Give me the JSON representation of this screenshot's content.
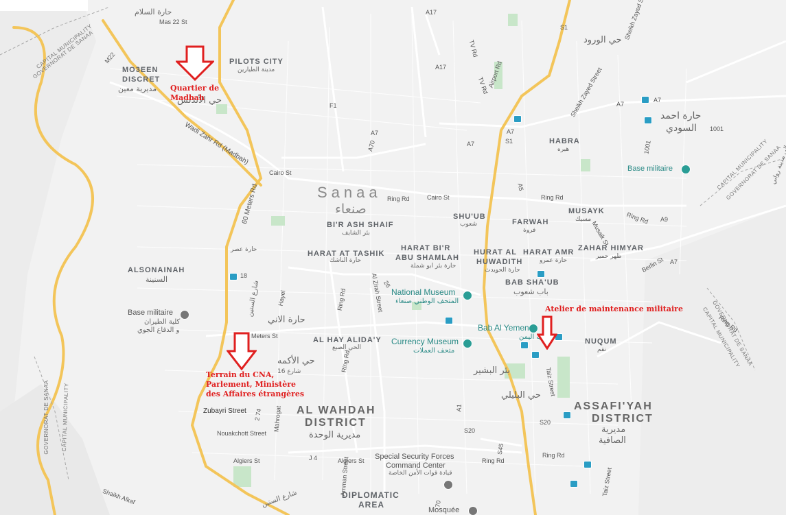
{
  "map": {
    "city_en": "Sanaa",
    "city_ar": "صنعاء",
    "districts": [
      {
        "id": "mo3een-1",
        "text": "MO3EEN"
      },
      {
        "id": "mo3een-2",
        "text": "DISCRET"
      },
      {
        "id": "mo3een-ar",
        "text": "مديرية معين"
      },
      {
        "id": "pilots-city",
        "text": "PILOTS CITY"
      },
      {
        "id": "pilots-city-ar",
        "text": "مدينة الطيارين"
      },
      {
        "id": "habra",
        "text": "HABRA"
      },
      {
        "id": "habra-ar",
        "text": "هبره"
      },
      {
        "id": "musayk",
        "text": "MUSAYK"
      },
      {
        "id": "musayk-ar",
        "text": "مسيك"
      },
      {
        "id": "farwah",
        "text": "FARWAH"
      },
      {
        "id": "farwah-ar",
        "text": "فروة"
      },
      {
        "id": "shuub",
        "text": "SHU'UB"
      },
      {
        "id": "shuub-ar",
        "text": "شعوب"
      },
      {
        "id": "bir-ash-shaif",
        "text": "BI'R ASH SHAIF"
      },
      {
        "id": "bir-ash-shaif-ar",
        "text": "بئر الشايف"
      },
      {
        "id": "harat-at-tashik",
        "text": "HARAT AT TASHIK"
      },
      {
        "id": "harat-at-tashik-ar",
        "text": "حارة الناشك"
      },
      {
        "id": "harat-bir-1",
        "text": "HARAT BI'R"
      },
      {
        "id": "harat-bir-2",
        "text": "ABU SHAMLAH"
      },
      {
        "id": "harat-bir-ar",
        "text": "حارة بئر ابو شملة"
      },
      {
        "id": "hurat-1",
        "text": "HURAT AL"
      },
      {
        "id": "hurat-2",
        "text": "HUWADITH"
      },
      {
        "id": "hurat-ar",
        "text": "حارة الحويدث"
      },
      {
        "id": "harat-amr",
        "text": "HARAT AMR"
      },
      {
        "id": "harat-amr-ar",
        "text": "حارة عمرو"
      },
      {
        "id": "zahar-himyar",
        "text": "ZAHAR HIMYAR"
      },
      {
        "id": "zahar-himyar-ar",
        "text": "ظهر حمير"
      },
      {
        "id": "bab-shaub",
        "text": "BAB SHA'UB"
      },
      {
        "id": "bab-shaub-ar",
        "text": "باب شعوب"
      },
      {
        "id": "alsonainah",
        "text": "ALSONAINAH"
      },
      {
        "id": "alsonainah-ar",
        "text": "السنينة"
      },
      {
        "id": "al-hay-aliday",
        "text": "AL HAY ALIDA'Y"
      },
      {
        "id": "al-hay-aliday-ar",
        "text": "الحي الصبع"
      },
      {
        "id": "nuqum",
        "text": "NUQUM"
      },
      {
        "id": "nuqum-ar",
        "text": "نقم"
      }
    ],
    "big_districts": [
      {
        "id": "al-wahdah-1",
        "text": "AL WAHDAH"
      },
      {
        "id": "al-wahdah-2",
        "text": "DISTRICT"
      },
      {
        "id": "al-wahdah-ar",
        "text": "مديرية الوحدة"
      },
      {
        "id": "assafiyah-1",
        "text": "ASSAFI'YAH"
      },
      {
        "id": "assafiyah-2",
        "text": "DISTRICT"
      },
      {
        "id": "assafiyah-ar-1",
        "text": "مديرية"
      },
      {
        "id": "assafiyah-ar-2",
        "text": "الصافية"
      },
      {
        "id": "diplomatic-1",
        "text": "DIPLOMATIC"
      },
      {
        "id": "diplomatic-2",
        "text": "AREA"
      }
    ],
    "arabic_places": [
      {
        "id": "harat-alsalam",
        "text": "حارة السلام"
      },
      {
        "id": "hay-alwurud",
        "text": "حي الورود"
      },
      {
        "id": "harat-ahmad-1",
        "text": "حارة احمد"
      },
      {
        "id": "harat-ahmad-2",
        "text": "السودي"
      },
      {
        "id": "hay-alandalus",
        "text": "حي الأندلس"
      },
      {
        "id": "harat-asr",
        "text": "حارة عصر"
      },
      {
        "id": "harat-alani",
        "text": "حارة الاني"
      },
      {
        "id": "hay-alakamah",
        "text": "حي الأكمه"
      },
      {
        "id": "shari-16",
        "text": "شارع 16"
      },
      {
        "id": "bir-albushayr",
        "text": "بئر البشير"
      },
      {
        "id": "hay-albalili",
        "text": "حي البليلي"
      },
      {
        "id": "shari-alsittin-1",
        "text": "شارع الستين"
      },
      {
        "id": "shari-alsittin-2",
        "text": "شارع الستين"
      },
      {
        "id": "madinat-rawah",
        "text": "الى مدينة رواني"
      }
    ],
    "roads": [
      {
        "id": "mas22st",
        "text": "Mas 22 St"
      },
      {
        "id": "m22",
        "text": "M22"
      },
      {
        "id": "wadi-zahr",
        "text": "Wadi Zahr Rd (Madbah)"
      },
      {
        "id": "sixty-meters",
        "text": "60 Meters Rd"
      },
      {
        "id": "cairo-st-1",
        "text": "Cairo St"
      },
      {
        "id": "cairo-st-2",
        "text": "Cairo St"
      },
      {
        "id": "ring-rd-1",
        "text": "Ring Rd"
      },
      {
        "id": "ring-rd-2",
        "text": "Ring Rd"
      },
      {
        "id": "ring-rd-3",
        "text": "Ring Rd"
      },
      {
        "id": "ring-rd-4",
        "text": "Ring Rd"
      },
      {
        "id": "ring-rd-5",
        "text": "Ring Rd"
      },
      {
        "id": "ring-rd-6",
        "text": "Ring Rd"
      },
      {
        "id": "a7-1",
        "text": "A7"
      },
      {
        "id": "a7-2",
        "text": "A7"
      },
      {
        "id": "a7-3",
        "text": "A7"
      },
      {
        "id": "a7-4",
        "text": "A7"
      },
      {
        "id": "a7-5",
        "text": "A7"
      },
      {
        "id": "a7-6",
        "text": "A7"
      },
      {
        "id": "a17-1",
        "text": "A17"
      },
      {
        "id": "a17-2",
        "text": "A17"
      },
      {
        "id": "a70",
        "text": "A70"
      },
      {
        "id": "f1",
        "text": "F1"
      },
      {
        "id": "s1-1",
        "text": "S1"
      },
      {
        "id": "s1-2",
        "text": "S1"
      },
      {
        "id": "a5",
        "text": "A5"
      },
      {
        "id": "a9",
        "text": "A9"
      },
      {
        "id": "tv-rd-1",
        "text": "TV Rd"
      },
      {
        "id": "tv-rd-2",
        "text": "TV Rd"
      },
      {
        "id": "airport-rd",
        "text": "Airport Rd"
      },
      {
        "id": "sheikh-zayed-1",
        "text": "Sheikh Zayed St"
      },
      {
        "id": "sheikh-zayed-2",
        "text": "Sheikh Zayed Street"
      },
      {
        "id": "musaik-st",
        "text": "Musaik St"
      },
      {
        "id": "berlin-st",
        "text": "Berlin St"
      },
      {
        "id": "r1001",
        "text": "1001"
      },
      {
        "id": "r1001b",
        "text": "1001"
      },
      {
        "id": "r18",
        "text": "18"
      },
      {
        "id": "hayel",
        "text": "Hayel"
      },
      {
        "id": "ring-rd-v1",
        "text": "Ring Rd"
      },
      {
        "id": "ring-rd-v2",
        "text": "Ring Rd"
      },
      {
        "id": "al-zirah",
        "text": "Al Zirah Street"
      },
      {
        "id": "r26",
        "text": "26"
      },
      {
        "id": "meters-st",
        "text": "Meters St"
      },
      {
        "id": "zubayri",
        "text": "Zubayri Street"
      },
      {
        "id": "r274",
        "text": "2 74"
      },
      {
        "id": "mahrogat",
        "text": "Mahrogat"
      },
      {
        "id": "nouakchott",
        "text": "Nouakchott Street"
      },
      {
        "id": "algiers-1",
        "text": "Algiers St"
      },
      {
        "id": "algiers-2",
        "text": "Algiers St"
      },
      {
        "id": "j4",
        "text": "J 4"
      },
      {
        "id": "a1",
        "text": "A1"
      },
      {
        "id": "s20-1",
        "text": "S20"
      },
      {
        "id": "s20-2",
        "text": "S20"
      },
      {
        "id": "s45",
        "text": "S45"
      },
      {
        "id": "taiz-1",
        "text": "Taiz Street"
      },
      {
        "id": "taiz-2",
        "text": "Taiz Street"
      },
      {
        "id": "amman",
        "text": "Amman Street"
      },
      {
        "id": "r70",
        "text": "70"
      },
      {
        "id": "shaikh-alkaf",
        "text": "Shaikh Alkaf"
      }
    ],
    "admin_labels": [
      {
        "id": "cap-muni-nw-1",
        "text": "CAPITAL MUNICIPALITY"
      },
      {
        "id": "cap-muni-nw-2",
        "text": "GOVERNORAT DE SANAA"
      },
      {
        "id": "cap-muni-ne-1",
        "text": "CAPITAL MUNICIPALITY"
      },
      {
        "id": "cap-muni-ne-2",
        "text": "GOVERNORAT DE SANAA"
      },
      {
        "id": "cap-muni-e-1",
        "text": "GOVERNORAT DE SANAA"
      },
      {
        "id": "cap-muni-e-2",
        "text": "CAPITAL MUNICIPALITY"
      },
      {
        "id": "cap-muni-w-1",
        "text": "GOVERNORAT DE SANAA"
      },
      {
        "id": "cap-muni-w-2",
        "text": "CAPITAL MUNICIPALITY"
      }
    ],
    "pois": [
      {
        "id": "base-militaire-ne",
        "text": "Base militaire",
        "icon": "pin-icon"
      },
      {
        "id": "national-museum",
        "text": "National Museum",
        "sub": "المتحف الوطني صنعاء",
        "icon": "museum-icon"
      },
      {
        "id": "currency-museum",
        "text": "Currency Museum",
        "sub": "متحف العملات",
        "icon": "museum-icon"
      },
      {
        "id": "bab-al-yemen",
        "text": "Bab Al Yemen",
        "sub": "باب اليمن",
        "icon": "landmark-icon"
      },
      {
        "id": "base-militaire-w",
        "text": "Base militaire",
        "sub1": "كلية الطيران",
        "sub2": "و الدفاع الجوي",
        "icon": "pin-icon"
      },
      {
        "id": "special-security",
        "text": "Special Security Forces",
        "text2": "Command Center",
        "sub": "قيادة قوات الأمن الخاصة",
        "icon": "pin-icon"
      },
      {
        "id": "mosquee",
        "text": "Mosquée",
        "icon": "mosque-icon"
      }
    ],
    "annotations": [
      {
        "id": "quartier-madbah",
        "lines": [
          "Quartier de",
          "Madbah"
        ]
      },
      {
        "id": "atelier",
        "lines": [
          "Atelier de maintenance militaire"
        ]
      },
      {
        "id": "terrain-cna",
        "lines": [
          "Terrain du CNA,",
          "Parlement, Ministère",
          "des Affaires étrangères"
        ]
      }
    ],
    "colors": {
      "annotation": "#e02020",
      "poi": "#2a8a86",
      "road_major": "#f7d261",
      "background": "#f2f2f2",
      "park": "#c8e6c9"
    }
  }
}
